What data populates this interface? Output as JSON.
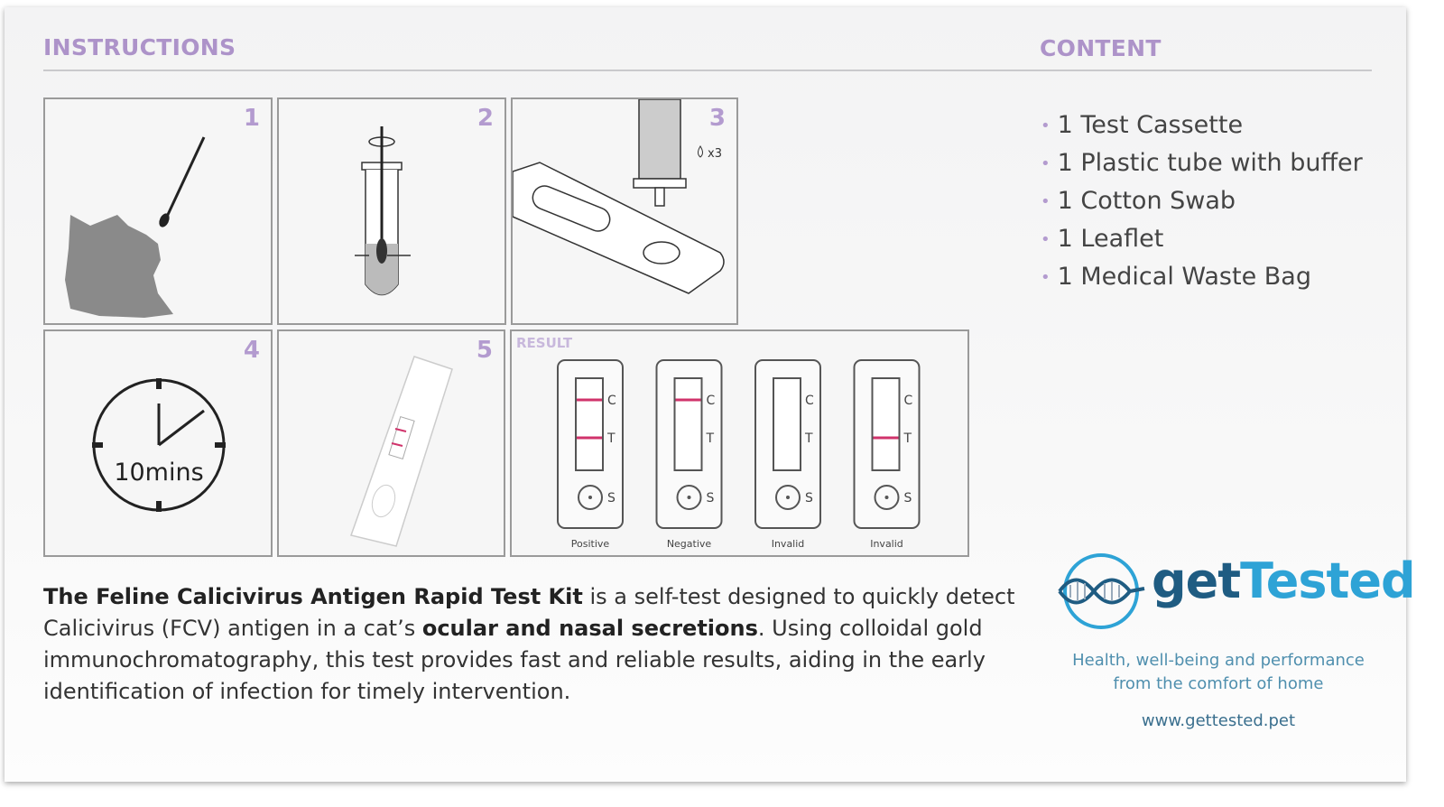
{
  "instructions_header": "INSTRUCTIONS",
  "content_header": "CONTENT",
  "steps": [
    {
      "number": "1"
    },
    {
      "number": "2"
    },
    {
      "number": "3",
      "drops": "x3"
    },
    {
      "number": "4",
      "timer": "10mins"
    },
    {
      "number": "5"
    }
  ],
  "result": {
    "title": "RESULT",
    "line_color": "#d0336b",
    "line_labels": {
      "control": "C",
      "test": "T",
      "sample": "S"
    },
    "cassettes": [
      {
        "label": "Positive",
        "c_line": true,
        "t_line": true
      },
      {
        "label": "Negative",
        "c_line": true,
        "t_line": false
      },
      {
        "label": "Invalid",
        "c_line": false,
        "t_line": false
      },
      {
        "label": "Invalid",
        "c_line": false,
        "t_line": true
      }
    ]
  },
  "content_items": [
    "1 Test Cassette",
    "1 Plastic tube with buffer",
    "1 Cotton Swab",
    "1 Leaflet",
    "1 Medical Waste Bag"
  ],
  "description": {
    "bold_title": "The Feline Calicivirus Antigen Rapid Test Kit",
    "text1": " is a self-test designed to quickly detect Calicivirus (FCV) antigen in a cat’s ",
    "bold_phrase": "ocular and nasal secretions",
    "text2": ". Using colloidal gold immunochromatography, this test provides fast and reliable results, aiding in the early identification of infection for timely intervention."
  },
  "brand": {
    "name_part1": "get",
    "name_part2": "Tested",
    "color_dark": "#1f5c82",
    "color_light": "#2ea3d6",
    "tagline_line1": "Health, well-being and performance",
    "tagline_line2": "from the comfort of home",
    "website": "www.gettested.pet"
  },
  "accent_color": "#ad93c9"
}
